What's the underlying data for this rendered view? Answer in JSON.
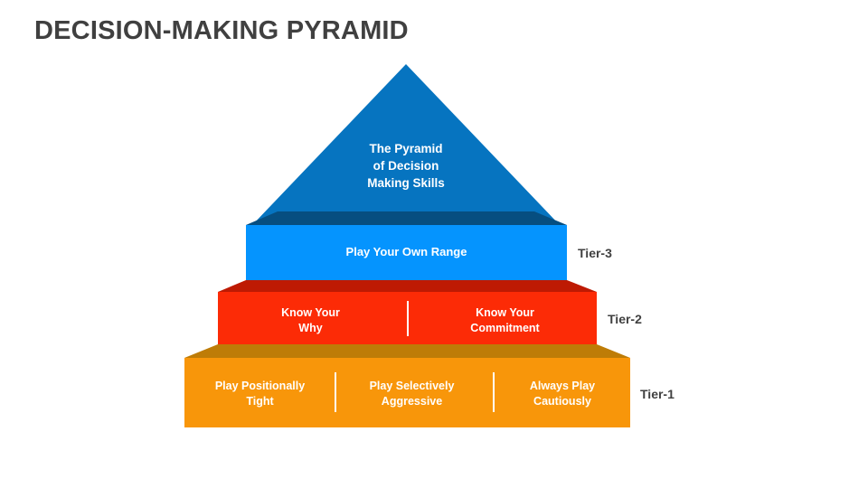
{
  "slide": {
    "title": "DECISION-MAKING PYRAMID",
    "background": "#FFFFFF",
    "title_color": "#404040"
  },
  "chart_data": {
    "type": "pyramid",
    "title": "DECISION-MAKING PYRAMID",
    "apex": {
      "label": "The Pyramid of Decision Making Skills",
      "lines": [
        "The Pyramid",
        "of Decision",
        "Making Skills"
      ],
      "fill": "#0674C0",
      "bevel": "#064E80",
      "text_color": "#FFFFFF"
    },
    "levels": [
      {
        "tier": "Tier-3",
        "fill": "#0594FE",
        "bevel": "#064E80",
        "text_color": "#FFFFFF",
        "items": [
          "Play Your Own Range"
        ]
      },
      {
        "tier": "Tier-2",
        "fill": "#FC2B06",
        "bevel": "#BE1A03",
        "text_color": "#FFFFFF",
        "items": [
          "Know Your Why",
          "Know Your Commitment"
        ]
      },
      {
        "tier": "Tier-1",
        "fill": "#F8960A",
        "bevel": "#BE7C07",
        "text_color": "#FFFFFF",
        "items": [
          "Play Positionally Tight",
          "Play Selectively Aggressive",
          "Always Play Cautiously"
        ]
      }
    ],
    "level_cell_lines": {
      "tier3": [
        [
          "Play Your Own Range"
        ]
      ],
      "tier2": [
        [
          "Know Your",
          "Why"
        ],
        [
          "Know Your",
          "Commitment"
        ]
      ],
      "tier1": [
        [
          "Play Positionally",
          "Tight"
        ],
        [
          "Play Selectively",
          "Aggressive"
        ],
        [
          "Always Play",
          "Cautiously"
        ]
      ]
    },
    "labels": {
      "tier3": "Tier-3",
      "tier2": "Tier-2",
      "tier1": "Tier-1",
      "label_color": "#404040"
    }
  }
}
